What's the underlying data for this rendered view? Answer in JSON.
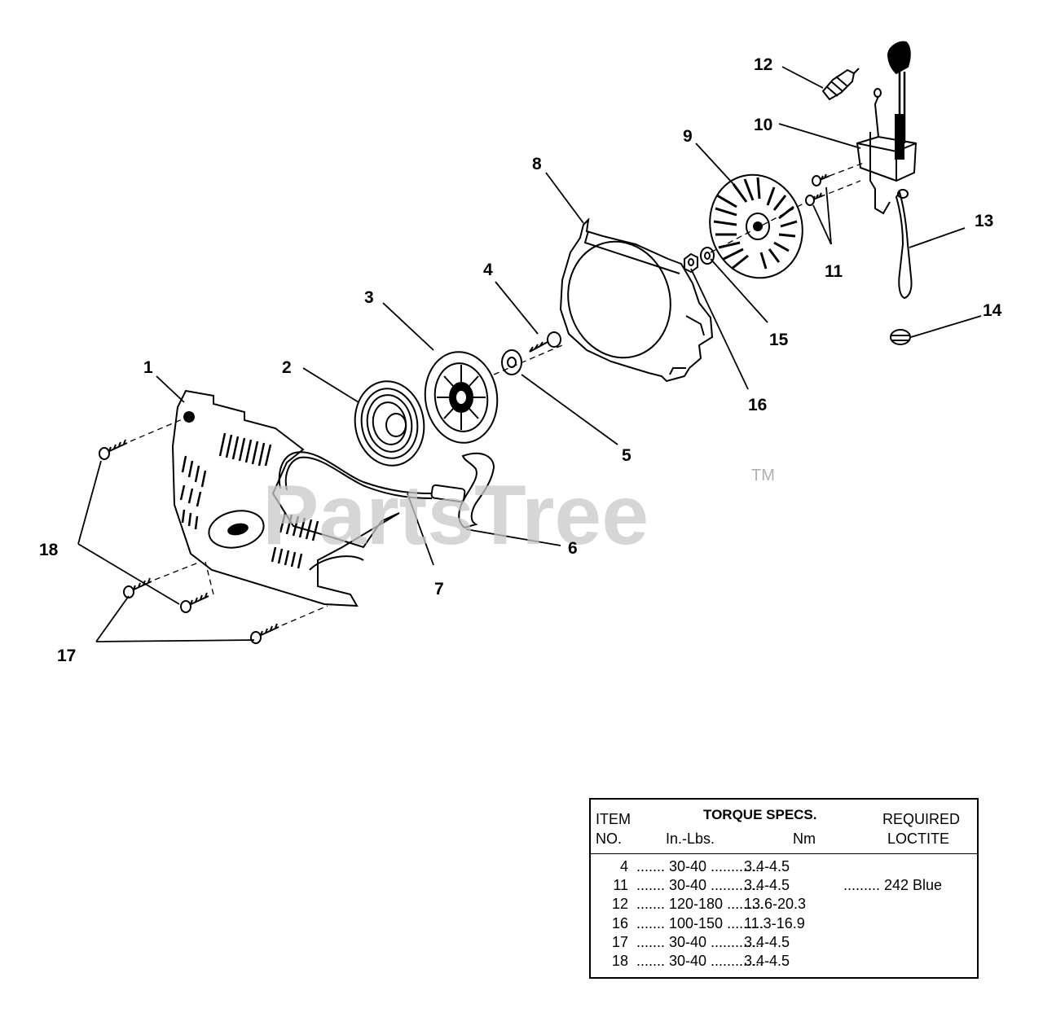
{
  "diagram": {
    "callouts": [
      "1",
      "2",
      "3",
      "4",
      "5",
      "6",
      "7",
      "8",
      "9",
      "10",
      "11",
      "12",
      "13",
      "14",
      "15",
      "16",
      "17",
      "18"
    ],
    "watermark": "PartsTree",
    "trademark": "TM"
  },
  "table": {
    "header": {
      "item_line1": "ITEM",
      "item_line2": "NO.",
      "torque_specs": "TORQUE SPECS.",
      "in_lbs": "In.-Lbs.",
      "nm": "Nm",
      "required": "REQUIRED",
      "loctite": "LOCTITE"
    },
    "rows": [
      {
        "item": "4",
        "in_lbs": "....... 30-40 .............",
        "nm": "3.4-4.5",
        "loctite": ""
      },
      {
        "item": "11",
        "in_lbs": "....... 30-40 .............",
        "nm": "3.4-4.5",
        "loctite": "......... 242 Blue"
      },
      {
        "item": "12",
        "in_lbs": "....... 120-180 .........",
        "nm": "13.6-20.3",
        "loctite": ""
      },
      {
        "item": "16",
        "in_lbs": "....... 100-150 .........",
        "nm": "11.3-16.9",
        "loctite": ""
      },
      {
        "item": "17",
        "in_lbs": "....... 30-40 .............",
        "nm": "3.4-4.5",
        "loctite": ""
      },
      {
        "item": "18",
        "in_lbs": "....... 30-40 .............",
        "nm": "3.4-4.5",
        "loctite": ""
      }
    ]
  }
}
